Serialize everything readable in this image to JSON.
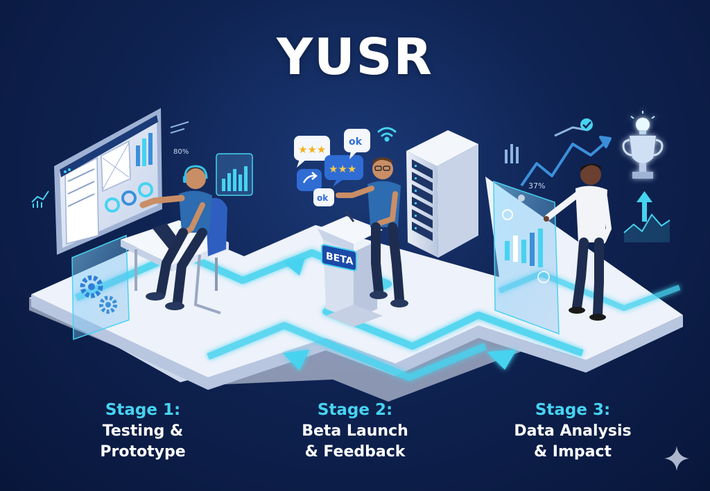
{
  "title": "YUSR",
  "stages": [
    {
      "step": "Stage 1:",
      "line1": "Testing &",
      "line2": "Prototype"
    },
    {
      "step": "Stage 2:",
      "line1": "Beta Launch",
      "line2": "& Feedback"
    },
    {
      "step": "Stage 3:",
      "line1": "Data Analysis",
      "line2": "& Impact"
    }
  ],
  "podium_label": "BETA",
  "feedback_bubbles": [
    "ok",
    "ok"
  ],
  "stat_labels": [
    "80%",
    "37%"
  ],
  "colors": {
    "background": "#0f2352",
    "accent": "#46d3f0",
    "platform": "#e8eef8"
  },
  "icons": [
    "gear-icon",
    "star-icon",
    "wifi-icon",
    "trophy-icon",
    "lightbulb-icon",
    "server-icon",
    "arrow-icon",
    "sparkle-icon"
  ]
}
